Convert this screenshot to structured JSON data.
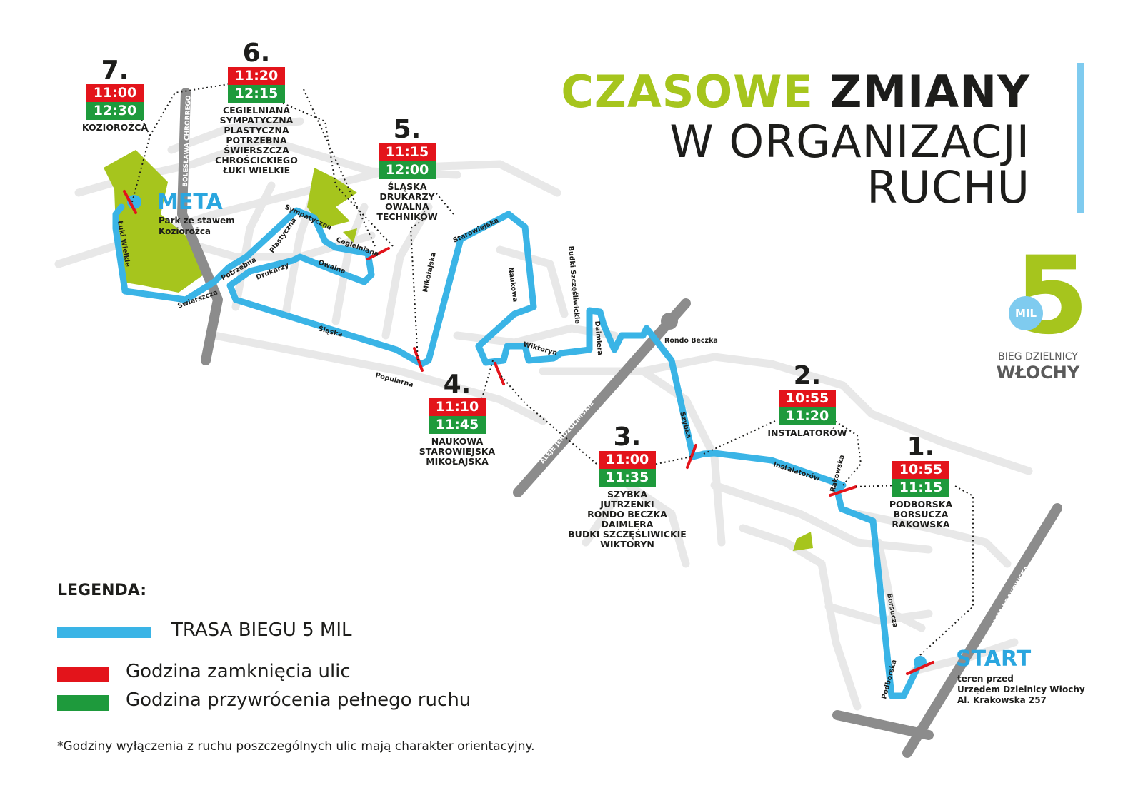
{
  "title": {
    "part1_green": "CZASOWE",
    "part1_dark": "ZMIANY",
    "line2": "W ORGANIZACJI",
    "line3": "RUCHU"
  },
  "stops": [
    {
      "number": "1.",
      "close": "10:55",
      "restore": "11:15",
      "streets": "PODBORSKA\nBORSUCZA\nRAKOWSKA"
    },
    {
      "number": "2.",
      "close": "10:55",
      "restore": "11:20",
      "streets": "INSTALATORÓW"
    },
    {
      "number": "3.",
      "close": "11:00",
      "restore": "11:35",
      "streets": "SZYBKA\nJUTRZENKI\nRONDO BECZKA\nDAIMLERA\nBUDKI SZCZĘŚLIWICKIE\nWIKTORYN"
    },
    {
      "number": "4.",
      "close": "11:10",
      "restore": "11:45",
      "streets": "NAUKOWA\nSTAROWIEJSKA\nMIKOŁAJSKA"
    },
    {
      "number": "5.",
      "close": "11:15",
      "restore": "12:00",
      "streets": "ŚLĄSKA\nDRUKARZY\nOWALNA\nTECHNIKÓW"
    },
    {
      "number": "6.",
      "close": "11:20",
      "restore": "12:15",
      "streets": "CEGIELNIANA\nSYMPATYCZNA\nPLASTYCZNA\nPOTRZEBNA\nŚWIERSZCZA\nCHROŚCICKIEGO\nŁUKI WIELKIE"
    },
    {
      "number": "7.",
      "close": "11:00",
      "restore": "12:30",
      "streets": "KOZIOROŻCA"
    }
  ],
  "start": {
    "title": "START",
    "subtitle": "teren przed\nUrzędem Dzielnicy Włochy\nAl. Krakowska 257"
  },
  "finish": {
    "title": "META",
    "subtitle": "Park ze stawem\nKoziorożca"
  },
  "street_labels": {
    "luki_wielkie": "Łuki Wielkie",
    "swierszcza": "Świerszcza",
    "potrzebna": "Potrzebna",
    "plastyczna": "Plastyczna",
    "sympatyczna": "Sympatyczna",
    "cegielniana": "Cegielniana",
    "drukarzy": "Drukarzy",
    "owalna": "Owalna",
    "slaska": "Śląska",
    "popularna": "Popularna",
    "mikolajska": "Mikołajska",
    "starowiejska": "Starowiejska",
    "naukowa": "Naukowa",
    "wiktoryn": "Wiktoryn",
    "daimlera": "Daimlera",
    "budki": "Budki Szczęśliwickie",
    "rondo_beczka": "Rondo Beczka",
    "aleje_jerozolimskie": "ALEJE JEROZOLIMSKIE",
    "szybka": "Szybka",
    "instalatorow": "Instalatorów",
    "rakowska": "Rakowska",
    "borsucza": "Borsucza",
    "podborska": "Podborska",
    "aleja_krakowska": "ALEJA KRAKOWSKA",
    "boleslawa": "BOLESŁAWA CHROBREGO"
  },
  "legend": {
    "title": "LEGENDA:",
    "route": "TRASA BIEGU 5 MIL",
    "closure": "Godzina zamknięcia ulic",
    "restore": "Godzina przywrócenia pełnego ruchu"
  },
  "footnote": "*Godziny wyłączenia z ruchu poszczególnych ulic mają charakter orientacyjny.",
  "logo": {
    "five": "5",
    "mil": "MIL",
    "line1": "BIEG DZIELNICY",
    "line2": "WŁOCHY"
  },
  "colors": {
    "route": "#3ab4e6",
    "closure": "#e3141b",
    "restore": "#1e9a3c",
    "park": "#a6c51d",
    "main_road": "#8c8c8c",
    "minor_road": "#e6e6e6",
    "title_green": "#a6c51d",
    "accent_blue": "#2aa6df"
  }
}
